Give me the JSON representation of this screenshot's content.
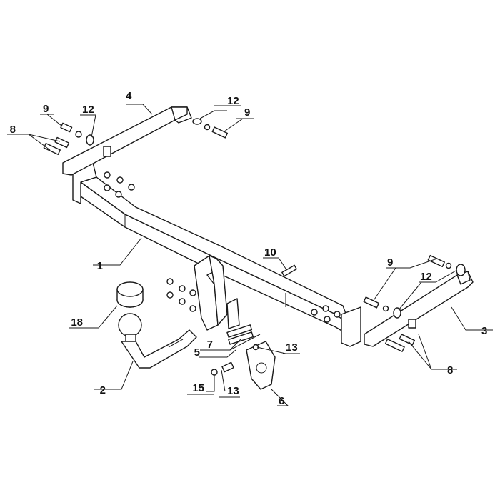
{
  "diagram": {
    "callouts": [
      {
        "id": "c1",
        "label": "1"
      },
      {
        "id": "c2",
        "label": "2"
      },
      {
        "id": "c3",
        "label": "3"
      },
      {
        "id": "c4",
        "label": "4"
      },
      {
        "id": "c5",
        "label": "5"
      },
      {
        "id": "c6",
        "label": "6"
      },
      {
        "id": "c7",
        "label": "7"
      },
      {
        "id": "c8a",
        "label": "8"
      },
      {
        "id": "c8b",
        "label": "8"
      },
      {
        "id": "c9a",
        "label": "9"
      },
      {
        "id": "c9b",
        "label": "9"
      },
      {
        "id": "c9c",
        "label": "9"
      },
      {
        "id": "c10",
        "label": "10"
      },
      {
        "id": "c12a",
        "label": "12"
      },
      {
        "id": "c12b",
        "label": "12"
      },
      {
        "id": "c12c",
        "label": "12"
      },
      {
        "id": "c13a",
        "label": "13"
      },
      {
        "id": "c13b",
        "label": "13"
      },
      {
        "id": "c15",
        "label": "15"
      },
      {
        "id": "c18",
        "label": "18"
      }
    ],
    "colors": {
      "line": "#1a1a1a",
      "background": "#ffffff"
    }
  }
}
